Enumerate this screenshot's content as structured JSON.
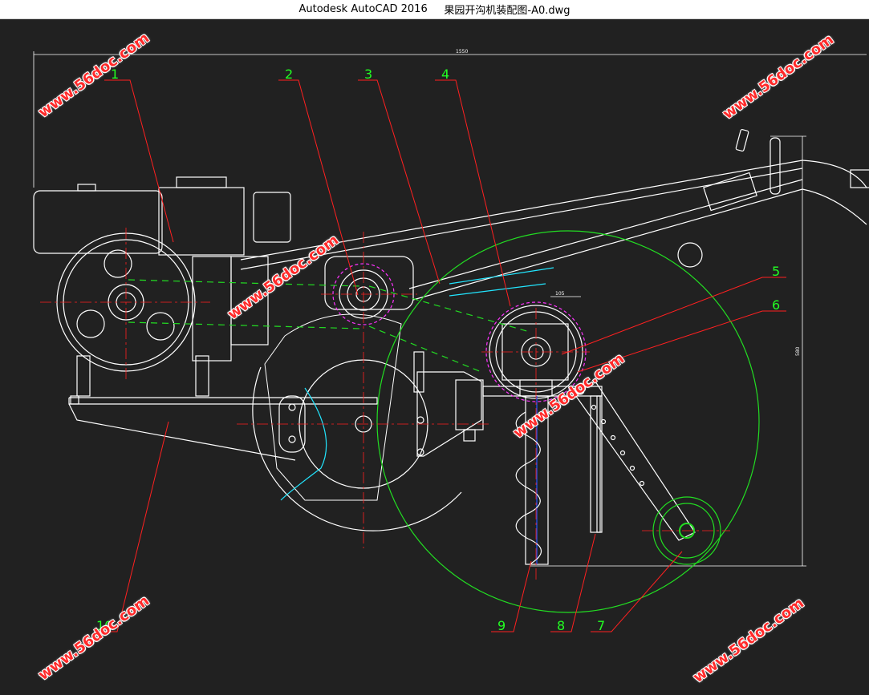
{
  "window": {
    "app_title": "Autodesk AutoCAD 2016",
    "file_title": "果园开沟机装配图-A0.dwg"
  },
  "drawing": {
    "part_labels": [
      "1",
      "2",
      "3",
      "4",
      "5",
      "6",
      "7",
      "8",
      "9",
      "10"
    ],
    "dimensions": {
      "overall_length": "1550",
      "overall_height": "580",
      "box_width": "105"
    }
  },
  "watermark": {
    "text": "www.56doc.com"
  },
  "colors": {
    "background": "#212121",
    "outline": "#ffffff",
    "leader": "#ff2020",
    "label": "#22ff22",
    "cyan": "#22e6ff",
    "magenta": "#ff33ff",
    "green_circle": "#22dd22"
  }
}
